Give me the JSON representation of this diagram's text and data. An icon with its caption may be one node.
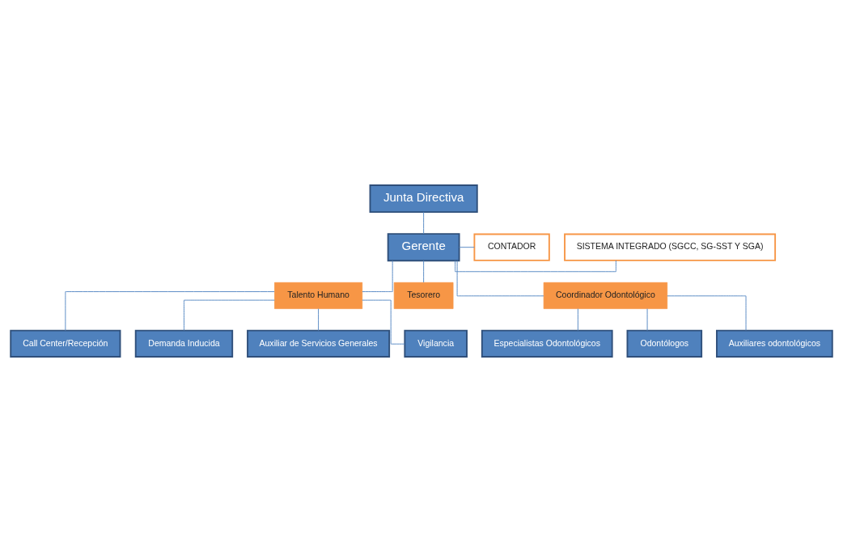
{
  "diagram": {
    "nodes": [
      {
        "text": [
          "Junta Directiva"
        ]
      },
      {
        "text": [
          "SISTEMA INTEGRADO (SGCC, SG-SST Y SGA)"
        ]
      },
      {
        "text": [
          "Gerente"
        ]
      },
      {
        "text": [
          "CONTADOR"
        ]
      },
      {
        "text": [
          "Talento Humano"
        ]
      },
      {
        "text": [
          "Tesorero"
        ]
      },
      {
        "text": [
          "Coordinador Odontológico"
        ]
      },
      {
        "text": [
          "Call Center/Recepción"
        ]
      },
      {
        "text": [
          "Demanda Inducida"
        ]
      },
      {
        "text": [
          "Especialistas Odontológicos"
        ]
      },
      {
        "text": [
          "Odontólogos"
        ]
      },
      {
        "text": [
          "Auxiliar de Servicios Generales"
        ]
      },
      {
        "text": [
          "Vigilancia"
        ]
      },
      {
        "text": [
          "Auxiliares odontológicos"
        ]
      }
    ],
    "edges": [
      {
        "from": 0,
        "to": 2,
        "arrow": "none"
      },
      {
        "from": 2,
        "to": 1,
        "arrow": "none"
      },
      {
        "from": 2,
        "to": 3,
        "arrow": "none"
      },
      {
        "from": 2,
        "to": 4,
        "arrow": "none"
      },
      {
        "from": 2,
        "to": 5,
        "arrow": "none"
      },
      {
        "from": 2,
        "to": 6,
        "arrow": "none"
      },
      {
        "from": 4,
        "to": 7,
        "arrow": "none"
      },
      {
        "from": 4,
        "to": 8,
        "arrow": "none"
      },
      {
        "from": 4,
        "to": 11,
        "arrow": "none"
      },
      {
        "from": 4,
        "to": 12,
        "arrow": "none"
      },
      {
        "from": 6,
        "to": 9,
        "arrow": "none"
      },
      {
        "from": 6,
        "to": 10,
        "arrow": "none"
      },
      {
        "from": 6,
        "to": 13,
        "arrow": "none"
      }
    ]
  }
}
